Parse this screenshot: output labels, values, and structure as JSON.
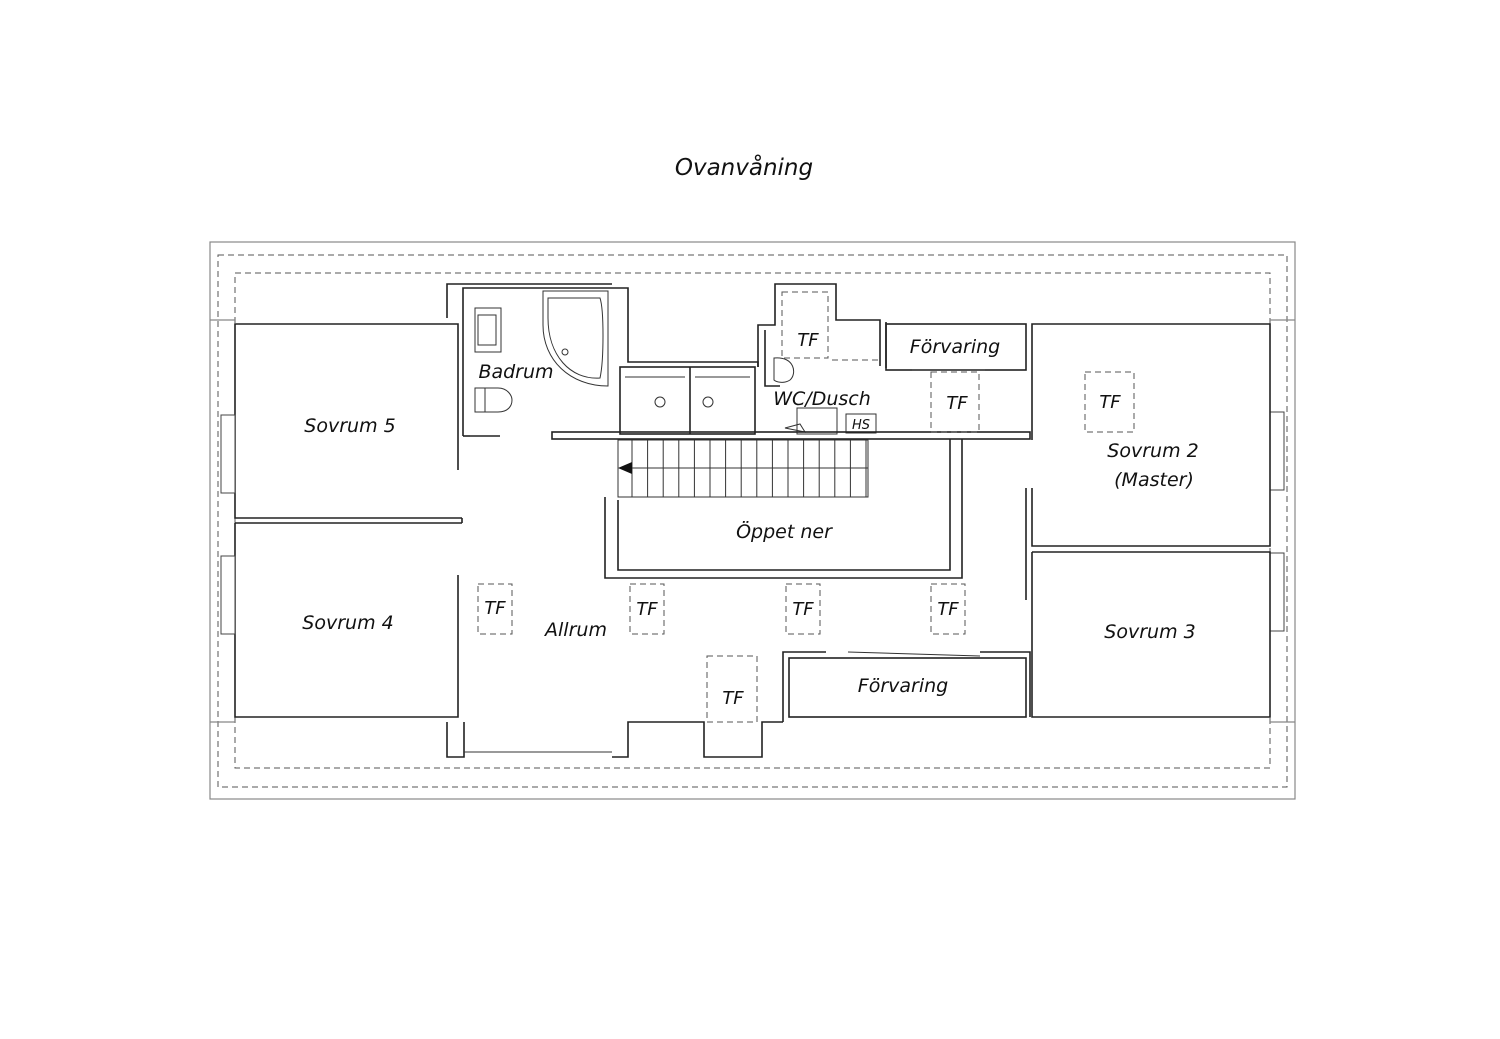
{
  "title": "Ovanvåning",
  "rooms": {
    "sovrum5": "Sovrum 5",
    "sovrum4": "Sovrum 4",
    "badrum": "Badrum",
    "allrum": "Allrum",
    "wc_dusch": "WC/Dusch",
    "hs": "HS",
    "forvaring_top": "Förvaring",
    "forvaring_bottom": "Förvaring",
    "sovrum2": "Sovrum 2",
    "sovrum2_sub": "(Master)",
    "sovrum3": "Sovrum 3",
    "oppet_ner": "Öppet ner"
  },
  "tf_label": "TF",
  "tf_count": 8
}
